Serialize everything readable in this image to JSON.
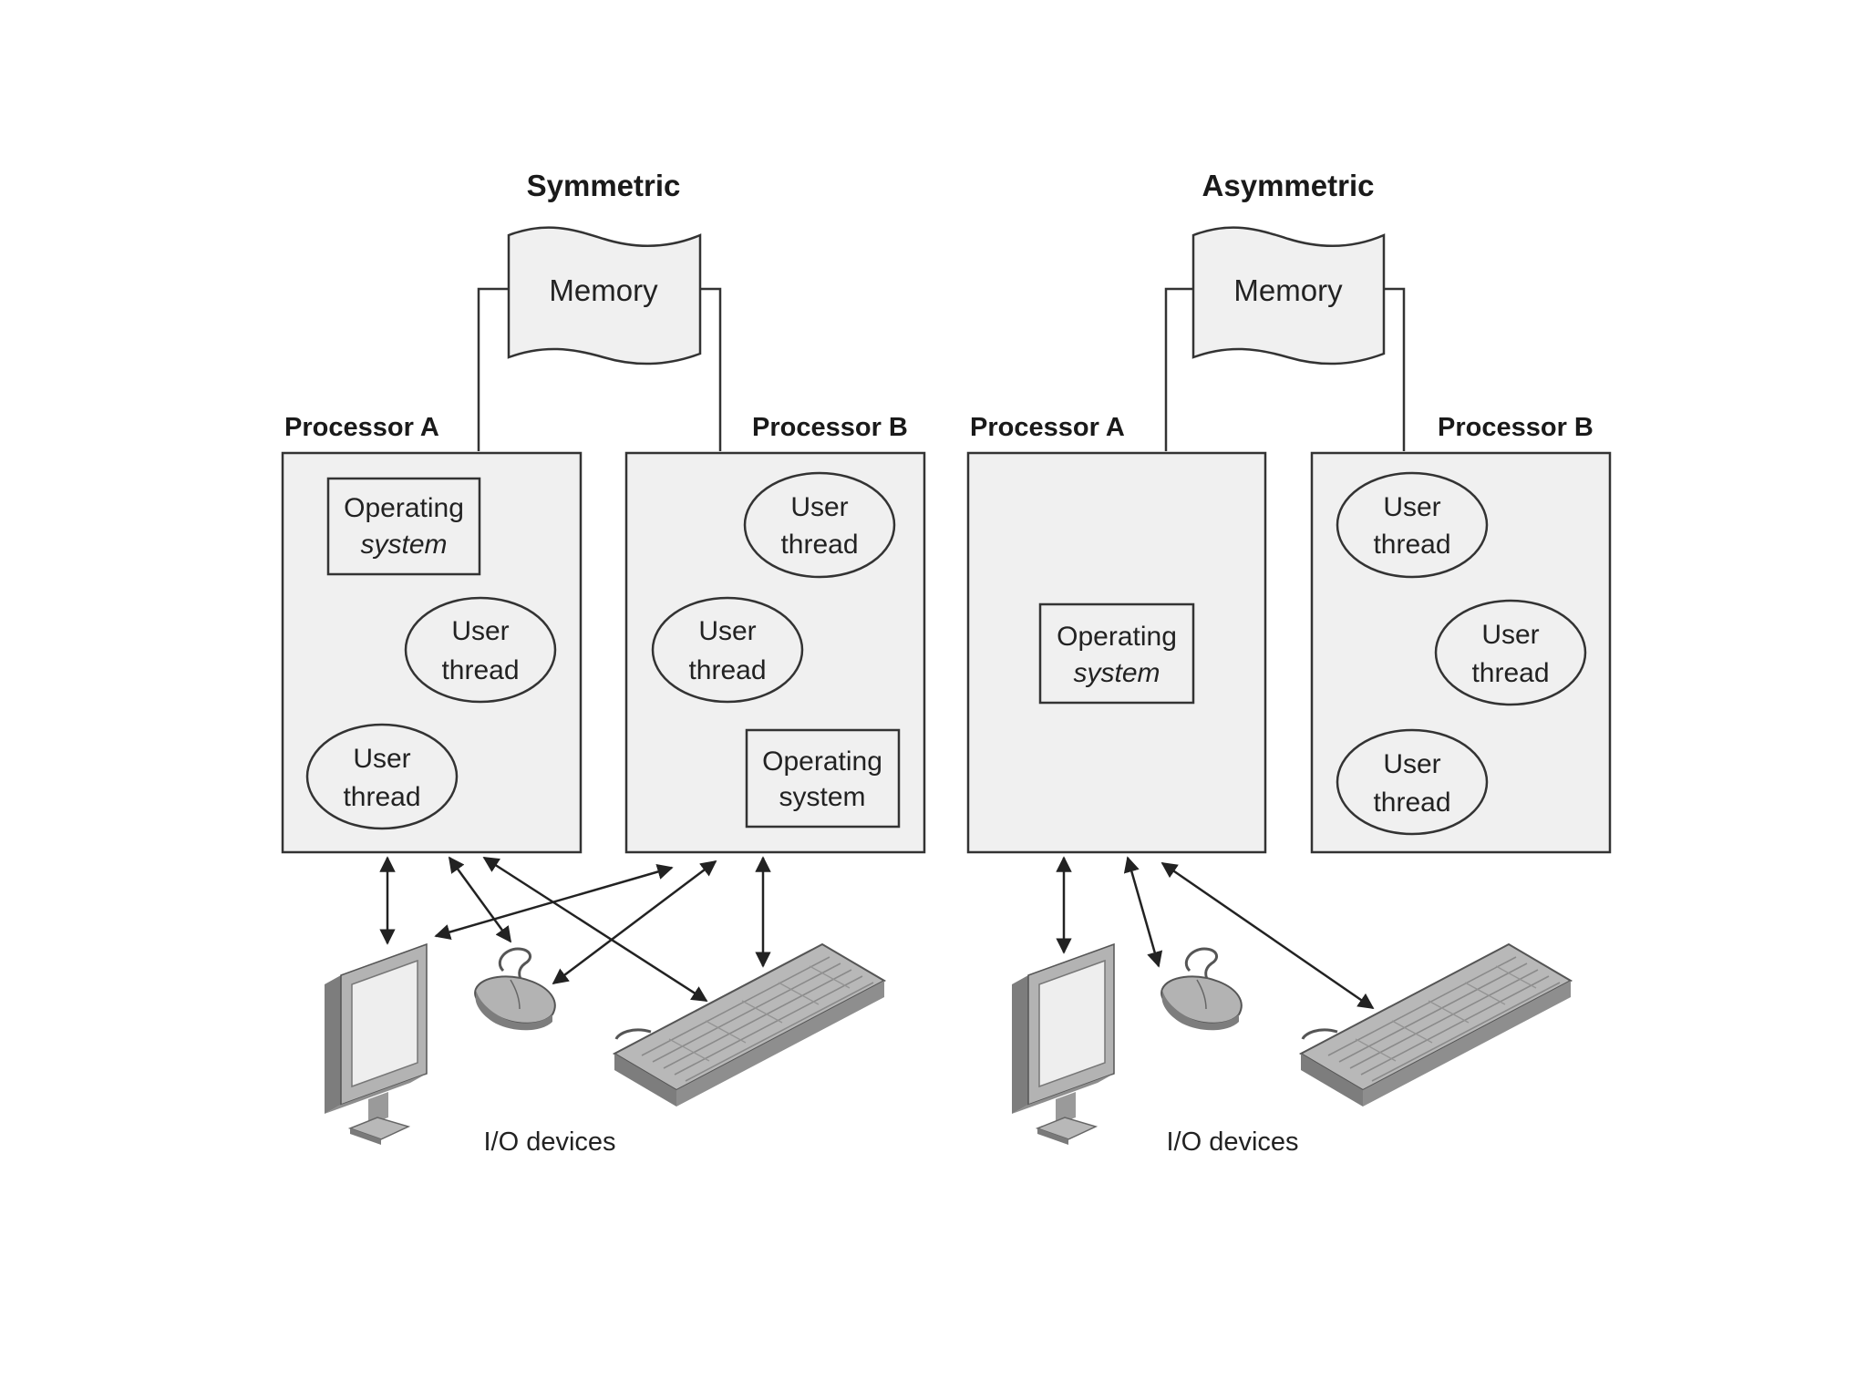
{
  "symmetric": {
    "title": "Symmetric",
    "memory_label": "Memory",
    "processor_a": {
      "label": "Processor A",
      "os_line1": "Operating",
      "os_line2": "system",
      "thread1_line1": "User",
      "thread1_line2": "thread",
      "thread2_line1": "User",
      "thread2_line2": "thread"
    },
    "processor_b": {
      "label": "Processor B",
      "thread1_line1": "User",
      "thread1_line2": "thread",
      "thread2_line1": "User",
      "thread2_line2": "thread",
      "os_line1": "Operating",
      "os_line2": "system"
    },
    "io_label": "I/O devices"
  },
  "asymmetric": {
    "title": "Asymmetric",
    "memory_label": "Memory",
    "processor_a": {
      "label": "Processor A",
      "os_line1": "Operating",
      "os_line2": "system"
    },
    "processor_b": {
      "label": "Processor B",
      "thread1_line1": "User",
      "thread1_line2": "thread",
      "thread2_line1": "User",
      "thread2_line2": "thread",
      "thread3_line1": "User",
      "thread3_line2": "thread"
    },
    "io_label": "I/O devices"
  },
  "icons": [
    "monitor-icon",
    "mouse-icon",
    "keyboard-icon"
  ],
  "colors": {
    "box_fill": "#f0f0f0",
    "stroke": "#333333",
    "device_gray": "#a6a6a6"
  }
}
